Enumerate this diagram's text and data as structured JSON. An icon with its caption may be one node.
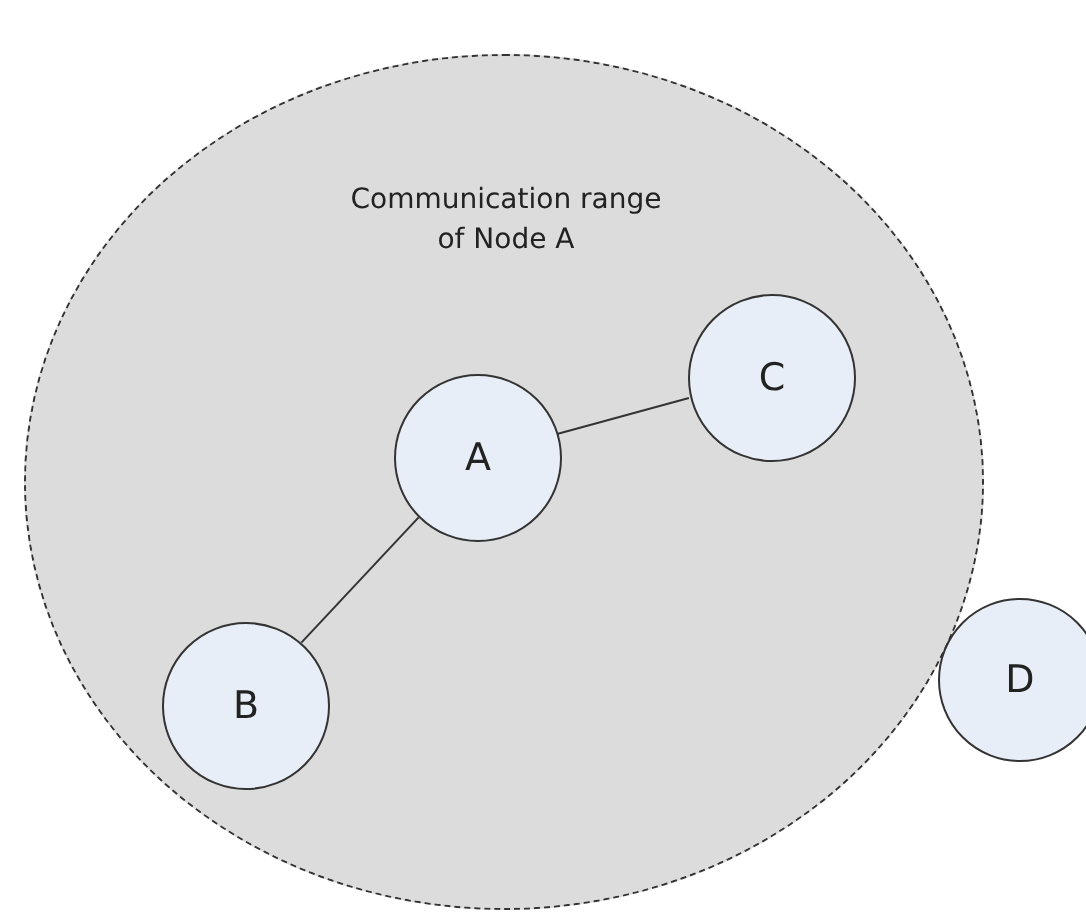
{
  "diagram": {
    "nodes": [
      {
        "text": [
          "Communication range of Node A"
        ]
      },
      {
        "text": [
          "A"
        ],
        "in": 0
      },
      {
        "text": [
          "C"
        ],
        "in": 0
      },
      {
        "text": [
          "B"
        ],
        "in": 0
      },
      {
        "text": [
          "D"
        ]
      }
    ],
    "edges": [
      {
        "from": 1,
        "to": 2,
        "arrow": "none"
      },
      {
        "from": 1,
        "to": 3,
        "arrow": "none"
      }
    ]
  }
}
